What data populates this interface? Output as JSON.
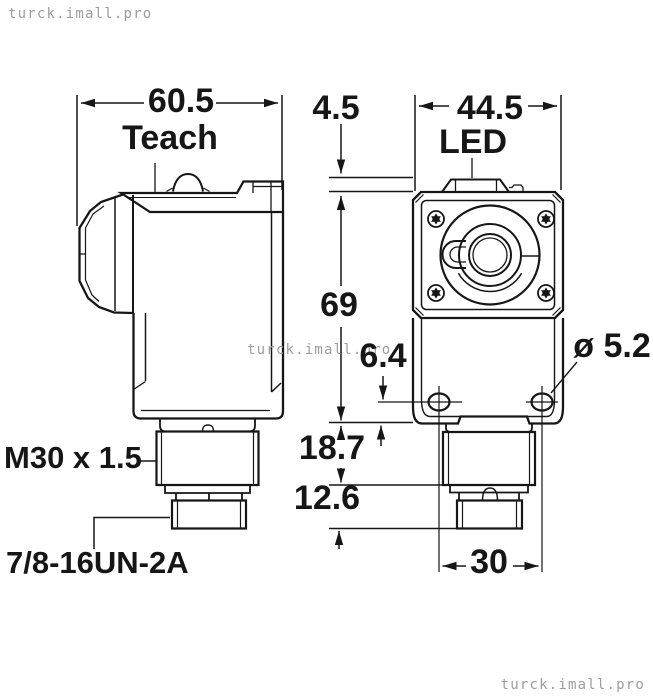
{
  "watermark": {
    "text": "turck.imall.pro"
  },
  "side_view": {
    "width_dim": "60.5",
    "teach_label": "Teach",
    "thread_label": "M30 x 1.5",
    "connector_label": "7/8-16UN-2A"
  },
  "front_view": {
    "led_offset_dim": "4.5",
    "width_dim": "44.5",
    "led_label": "LED",
    "height_dim": "69",
    "hole_offset_dim": "6.4",
    "hole_diameter_label": "ø 5.2",
    "thread_length_dim": "18.7",
    "connector_length_dim": "12.6",
    "hole_spacing_dim": "30"
  },
  "colors": {
    "line": "#161616",
    "background": "#ffffff",
    "watermark": "#9d9d9d"
  }
}
